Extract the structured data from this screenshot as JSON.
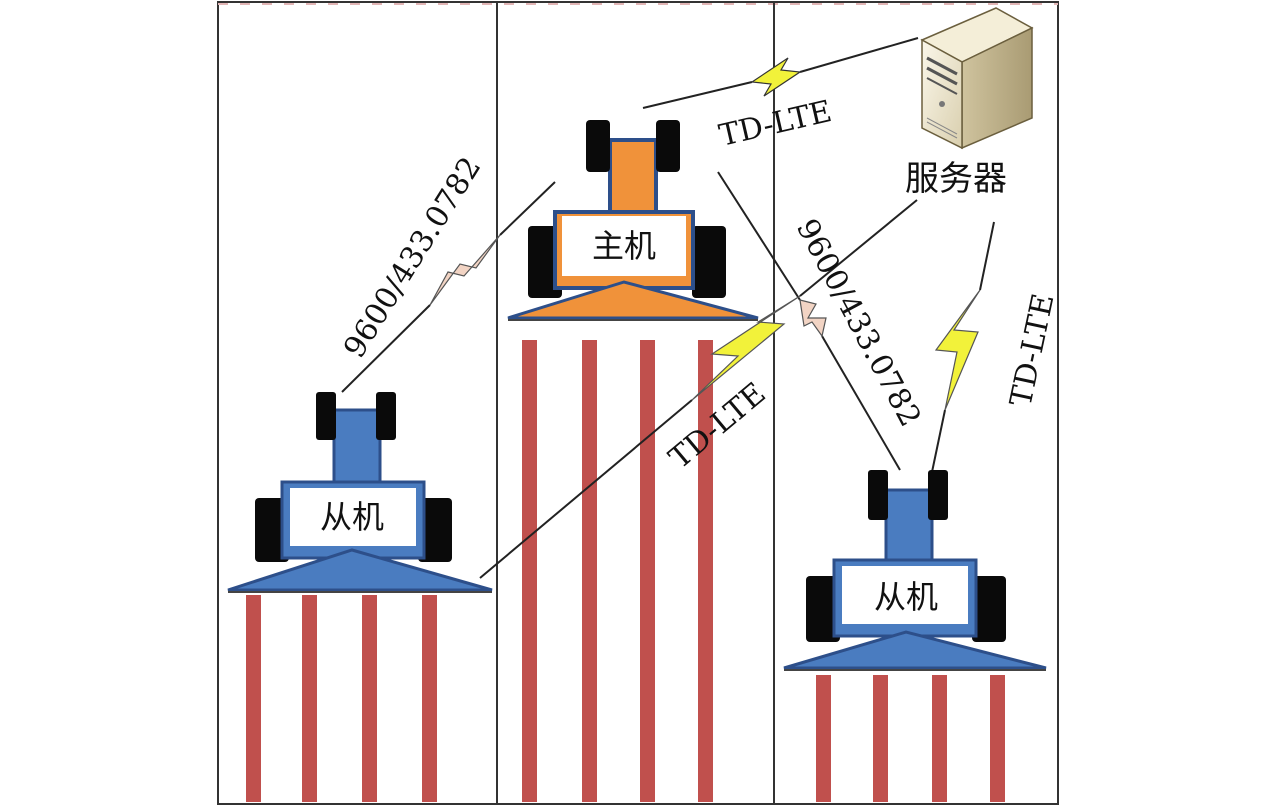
{
  "labels": {
    "master": "主机",
    "slave_left": "从机",
    "slave_right": "从机",
    "server": "服务器",
    "link_master_server": "TD-LTE",
    "link_server_slave_left": "TD-LTE",
    "link_server_slave_right": "TD-LTE",
    "link_master_slave_left": "9600/433.0782",
    "link_master_slave_right": "9600/433.0782"
  },
  "colors": {
    "master_body": "#f0923a",
    "slave_body": "#4a7cc0",
    "wheel": "#0a0a0a",
    "row_stripe": "#c0504d",
    "lte_bolt": "#f2f23a",
    "radio_bolt": "#f2d4c4",
    "field_border": "#333333"
  },
  "icons": {
    "server": "server-tower-icon",
    "lte_link": "yellow-lightning-icon",
    "radio_link": "pink-lightning-icon"
  }
}
